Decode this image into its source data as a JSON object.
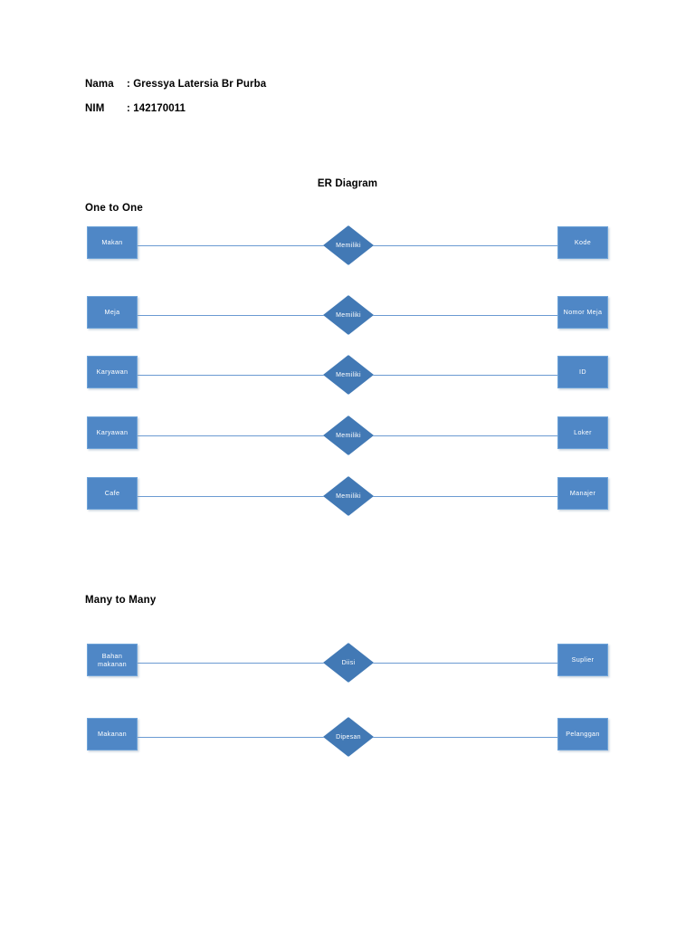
{
  "document": {
    "title": "ER Diagram",
    "header": {
      "name_label": "Nama",
      "name_value": ": Gressya Latersia Br Purba",
      "nim_label": "NIM",
      "nim_value": ": 142170011"
    }
  },
  "sections": [
    {
      "heading": "One to One",
      "rows": [
        {
          "left": "Makan",
          "relation": "Memiliki",
          "right": "Kode"
        },
        {
          "left": "Meja",
          "relation": "Memiliki",
          "right": "Nomor Meja"
        },
        {
          "left": "Karyawan",
          "relation": "Memiliki",
          "right": "ID"
        },
        {
          "left": "Karyawan",
          "relation": "Memiliki",
          "right": "Loker"
        },
        {
          "left": "Cafe",
          "relation": "Memiliki",
          "right": "Manajer"
        }
      ]
    },
    {
      "heading": "Many to Many",
      "rows": [
        {
          "left": "Bahan\nmakanan",
          "relation": "Diisi",
          "right": "Suplier"
        },
        {
          "left": "Makanan",
          "relation": "Dipesan",
          "right": "Pelanggan"
        }
      ]
    }
  ],
  "colors": {
    "entity_fill": "#4f87c6",
    "entity_border": "#6ea3d8",
    "relation_fill": "#4279b5",
    "relation_border": "#7fb0e0",
    "connector": "#6b9ad2",
    "text": "#000000",
    "shape_text": "#ffffff",
    "page_background": "#ffffff"
  },
  "layout": {
    "row_tops": [
      250,
      327,
      393,
      460,
      527,
      711,
      793
    ]
  }
}
